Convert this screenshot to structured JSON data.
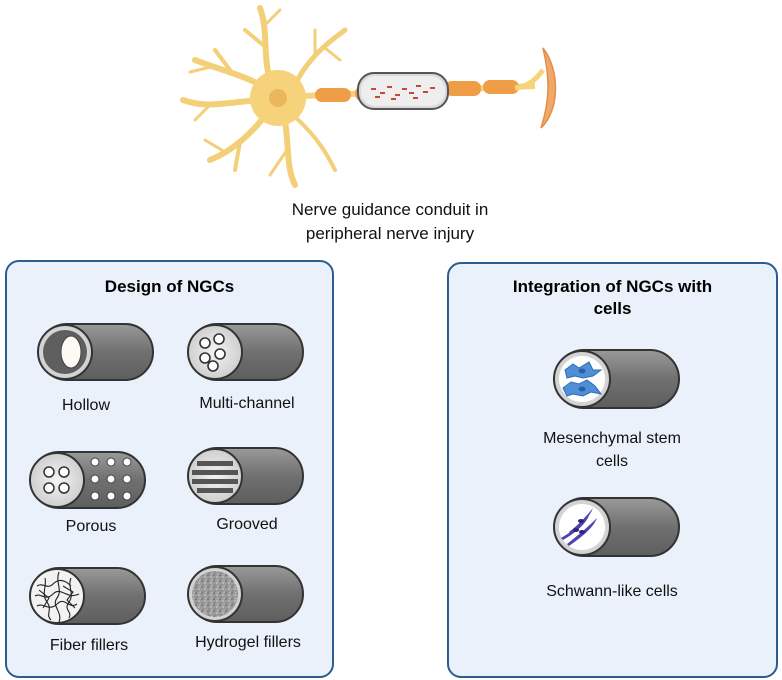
{
  "top": {
    "caption_line1": "Nerve guidance conduit  in",
    "caption_line2": "peripheral nerve injury"
  },
  "design_panel": {
    "title": "Design of NGCs",
    "items": [
      {
        "label": "Hollow",
        "icon": "hollow-conduit-icon"
      },
      {
        "label": "Multi-channel",
        "icon": "multi-channel-conduit-icon"
      },
      {
        "label": "Porous",
        "icon": "porous-conduit-icon"
      },
      {
        "label": "Grooved",
        "icon": "grooved-conduit-icon"
      },
      {
        "label": "Fiber fillers",
        "icon": "fiber-filler-conduit-icon"
      },
      {
        "label": "Hydrogel fillers",
        "icon": "hydrogel-filler-conduit-icon"
      }
    ]
  },
  "cells_panel": {
    "title_line1": "Integration of NGCs with",
    "title_line2": "cells",
    "items": [
      {
        "label_line1": "Mesenchymal stem",
        "label_line2": "cells",
        "icon": "msc-conduit-icon"
      },
      {
        "label_line1": "Schwann-like cells",
        "icon": "schwann-conduit-icon"
      }
    ]
  },
  "colors": {
    "panel_bg": "#eaf1fb",
    "panel_border": "#2c5d8f",
    "neuron": "#f6d27a",
    "axon": "#f0a24a",
    "conduit_body": "#7b7b7b"
  }
}
